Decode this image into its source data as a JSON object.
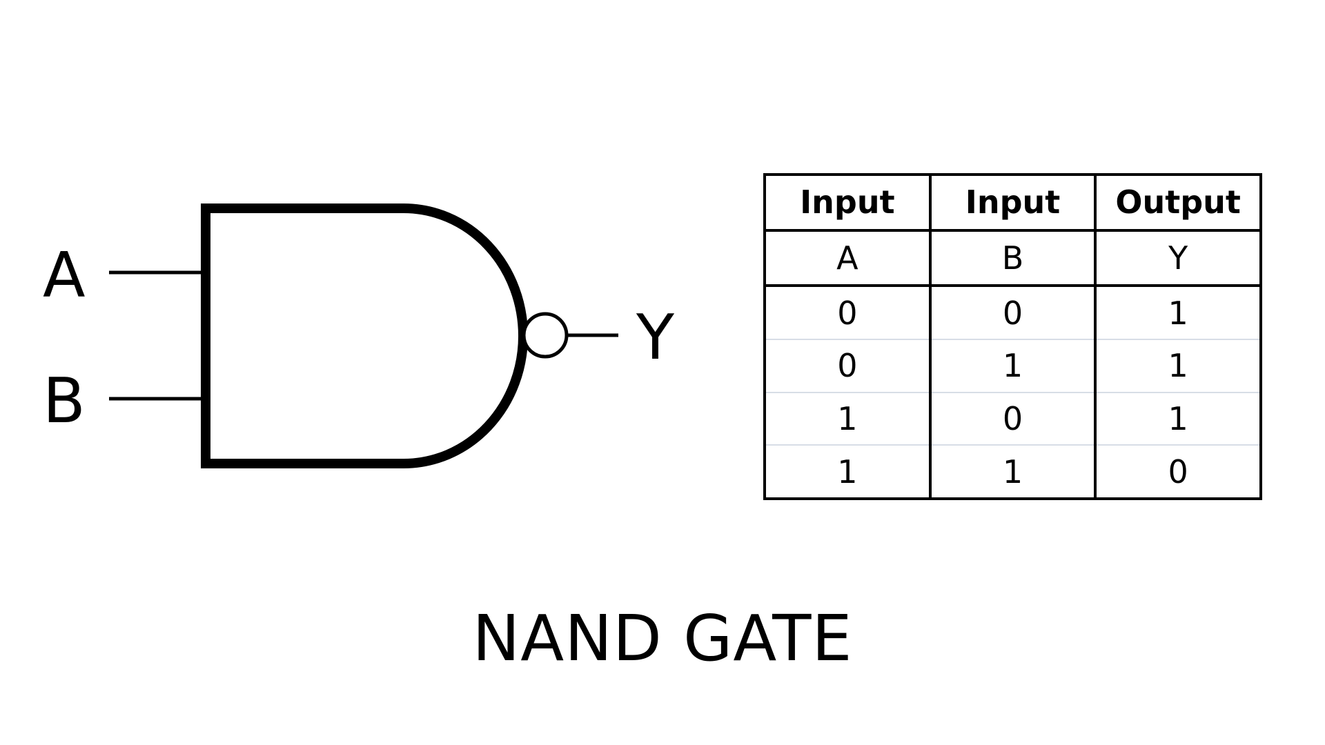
{
  "diagram": {
    "input_a_label": "A",
    "input_b_label": "B",
    "output_label": "Y",
    "gate_type": "nand",
    "stroke_color": "#000000"
  },
  "truth_table": {
    "headers": [
      "Input",
      "Input",
      "Output"
    ],
    "subheaders": [
      "A",
      "B",
      "Y"
    ],
    "rows": [
      [
        "0",
        "0",
        "1"
      ],
      [
        "0",
        "1",
        "1"
      ],
      [
        "1",
        "0",
        "1"
      ],
      [
        "1",
        "1",
        "0"
      ]
    ],
    "row_divider_color": "#d7dde6"
  },
  "caption": "NAND GATE"
}
